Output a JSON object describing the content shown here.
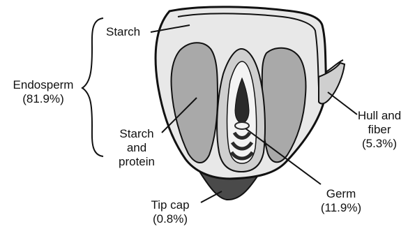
{
  "labels": {
    "endosperm": "Endosperm",
    "endosperm_pct": "(81.9%)",
    "starch": "Starch",
    "starch_protein_1": "Starch",
    "starch_protein_2": "and",
    "starch_protein_3": "protein",
    "hull_1": "Hull and",
    "hull_2": "fiber",
    "hull_pct": "(5.3%)",
    "germ": "Germ",
    "germ_pct": "(11.9%)",
    "tipcap": "Tip cap",
    "tipcap_pct": "(0.8%)"
  },
  "colors": {
    "outline": "#111111",
    "starch_fill": "#e8e8e8",
    "protein_fill": "#a9a9a9",
    "germ_outer": "#cfcfcf",
    "germ_inner": "#f3f3f3",
    "germ_core": "#2a2a2a",
    "tipcap_fill": "#4a4a4a"
  }
}
